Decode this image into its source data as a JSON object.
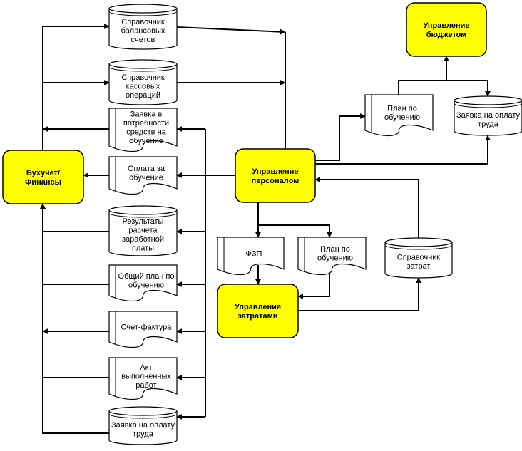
{
  "colors": {
    "process_fill": "#ffff00",
    "stroke": "#000000",
    "background": "#ffffff"
  },
  "processes": {
    "buhuchet": [
      "Бухучет/",
      "Финансы"
    ],
    "personnel": [
      "Управление",
      "персоналом"
    ],
    "budget": [
      "Управление",
      "бюджетом"
    ],
    "costs": [
      "Управление",
      "затратами"
    ]
  },
  "databases": {
    "balance_accounts": [
      "Справочник",
      "балансовых",
      "счетов"
    ],
    "cash_operations": [
      "Справочник",
      "кассовых",
      "операций"
    ],
    "salary_results": [
      "Результаты",
      "расчета",
      "заработной",
      "платы"
    ],
    "labor_payment_bottom": [
      "Заявка на оплату",
      "труда"
    ],
    "labor_payment_top": [
      "Заявка на оплату",
      "труда"
    ],
    "cost_reference": [
      "Справочник",
      "затрат"
    ]
  },
  "documents": {
    "funds_request": [
      "Заявка в",
      "потребности",
      "средств на",
      "обучение"
    ],
    "training_payment": [
      "Оплата за",
      "обучение"
    ],
    "general_training_plan": [
      "Общий план по",
      "обучению"
    ],
    "invoice": [
      "Счет-фактура"
    ],
    "work_act": [
      "Акт",
      "выполненных",
      "работ"
    ],
    "training_plan_top": [
      "План по",
      "обучению"
    ],
    "payroll_fund": [
      "ФЗП"
    ],
    "training_plan_mid": [
      "План по",
      "обучению"
    ]
  }
}
